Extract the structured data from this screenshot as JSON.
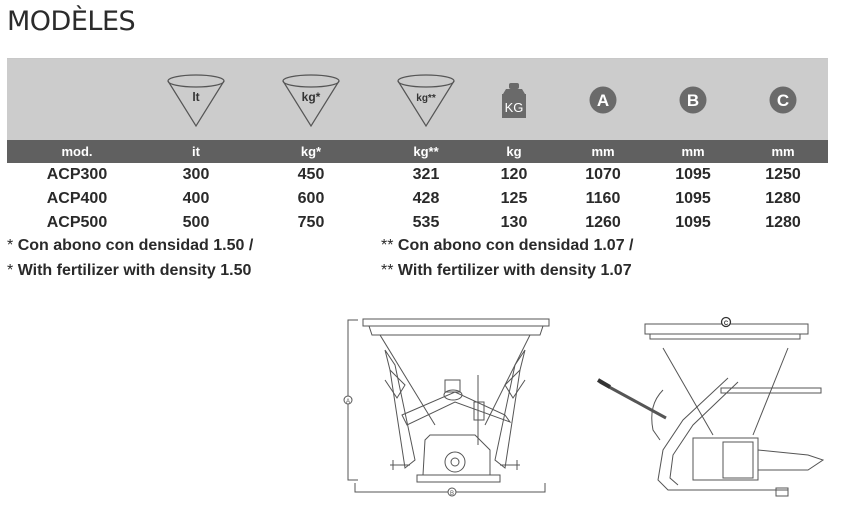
{
  "page": {
    "title": "MODÈLES"
  },
  "table": {
    "columns": [
      {
        "key": "mod",
        "icon": "",
        "icon_name": "",
        "unit": "mod."
      },
      {
        "key": "it",
        "icon": "cone",
        "icon_label": "lt",
        "icon_name": "cone-liters-icon",
        "unit": "it"
      },
      {
        "key": "kg1",
        "icon": "cone",
        "icon_label": "kg*",
        "icon_name": "cone-kg-density-150-icon",
        "unit": "kg*"
      },
      {
        "key": "kg2",
        "icon": "cone",
        "icon_label": "kg**",
        "icon_name": "cone-kg-density-107-icon",
        "unit": "kg**"
      },
      {
        "key": "kg",
        "icon": "weight",
        "icon_label": "KG",
        "icon_name": "weight-kg-icon",
        "unit": "kg"
      },
      {
        "key": "A",
        "icon": "circle",
        "icon_label": "A",
        "icon_name": "dimension-a-icon",
        "unit": "mm"
      },
      {
        "key": "B",
        "icon": "circle",
        "icon_label": "B",
        "icon_name": "dimension-b-icon",
        "unit": "mm"
      },
      {
        "key": "C",
        "icon": "circle",
        "icon_label": "C",
        "icon_name": "dimension-c-icon",
        "unit": "mm"
      }
    ],
    "rows": [
      [
        "ACP300",
        "300",
        "450",
        "321",
        "120",
        "1070",
        "1095",
        "1250"
      ],
      [
        "ACP400",
        "400",
        "600",
        "428",
        "125",
        "1160",
        "1095",
        "1280"
      ],
      [
        "ACP500",
        "500",
        "750",
        "535",
        "130",
        "1260",
        "1095",
        "1280"
      ]
    ]
  },
  "notes": {
    "left": {
      "star": "*",
      "line1": "Con abono con densidad 1.50 /",
      "line2": "With fertilizer with density 1.50"
    },
    "right": {
      "star": "**",
      "line1": "Con abono con densidad 1.07 /",
      "line2": "With fertilizer with density 1.07"
    }
  },
  "drawings": {
    "front": {
      "dim_height_label": "A",
      "dim_width_label": "B"
    },
    "side": {
      "dim_label": "C"
    }
  },
  "colors": {
    "icon_band": "#cccccc",
    "unit_band": "#606060",
    "icon_dark": "#6a6a6a"
  }
}
